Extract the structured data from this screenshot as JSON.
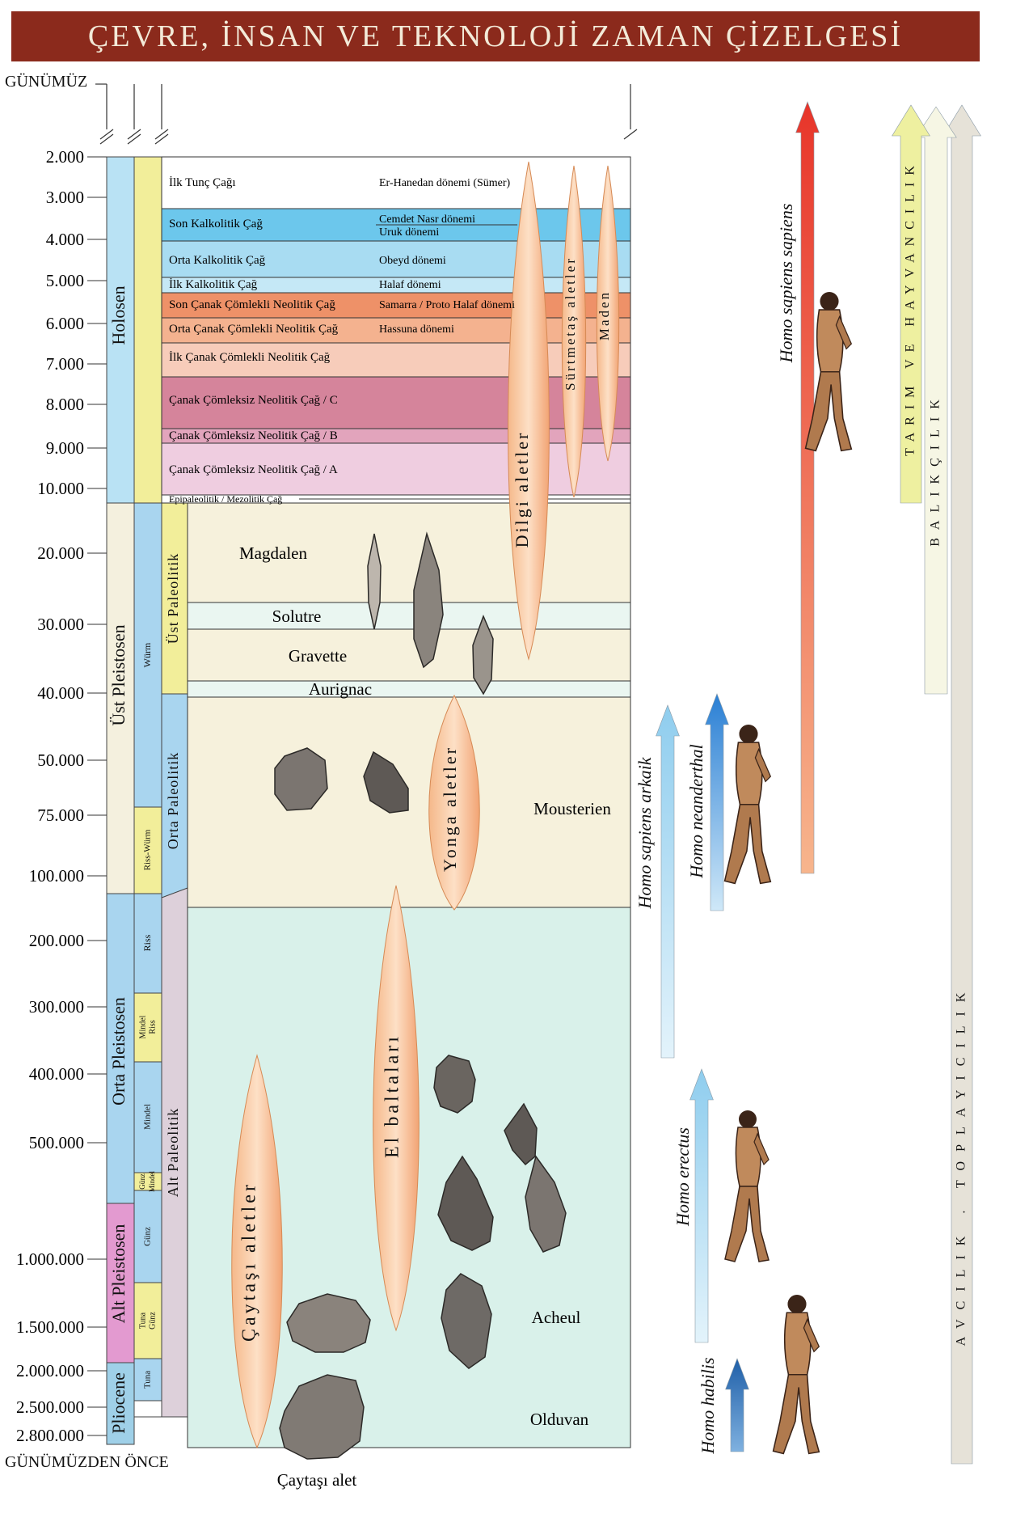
{
  "title": "ÇEVRE, İNSAN VE TEKNOLOJİ ZAMAN ÇİZELGESİ",
  "axis": {
    "top_label": "GÜNÜMÜZ",
    "bottom_label": "GÜNÜMÜZDEN ÖNCE",
    "ticks": [
      "2.000",
      "3.000",
      "4.000",
      "5.000",
      "6.000",
      "7.000",
      "8.000",
      "9.000",
      "10.000",
      "20.000",
      "30.000",
      "40.000",
      "50.000",
      "75.000",
      "100.000",
      "200.000",
      "300.000",
      "400.000",
      "500.000",
      "1.000.000",
      "1.500.000",
      "2.000.000",
      "2.500.000",
      "2.800.000"
    ]
  },
  "epochs": [
    {
      "label": "Holosen",
      "color": "#b9e2f4"
    },
    {
      "label": "Üst Pleistosen",
      "color": "#f4f0de"
    },
    {
      "label": "Orta Pleistosen",
      "color": "#a9d5ef"
    },
    {
      "label": "Alt Pleistosen",
      "color": "#e39ad0"
    },
    {
      "label": "Pliocene",
      "color": "#9fd0e8"
    }
  ],
  "glacials": [
    "Würm",
    "Riss-Würm",
    "Riss",
    "Mindel Riss",
    "Mindel",
    "Günz Mindel",
    "Günz",
    "Tuna Günz",
    "Tuna"
  ],
  "paleolithic": [
    "Üst Paleolitik",
    "Orta Paleolitik",
    "Alt Paleolitik"
  ],
  "holocene_periods": [
    {
      "left": "İlk Tunç Çağı",
      "right": "Er-Hanedan dönemi (Sümer)",
      "color": "#ffffff"
    },
    {
      "left": "Son Kalkolitik Çağ",
      "right": "Cemdet Nasr dönemi",
      "right2": "Uruk dönemi",
      "color": "#6cc7ec"
    },
    {
      "left": "Orta Kalkolitik Çağ",
      "right": "Obeyd dönemi",
      "color": "#a8dcf2"
    },
    {
      "left": "İlk Kalkolitik Çağ",
      "right": "Halaf dönemi",
      "color": "#c5e8f6"
    },
    {
      "left": "Son Çanak Çömlekli Neolitik Çağ",
      "right": "Samarra / Proto Halaf dönemi",
      "color": "#ee9168"
    },
    {
      "left": "Orta Çanak Çömlekli Neolitik Çağ",
      "right": "Hassuna dönemi",
      "color": "#f4b28f"
    },
    {
      "left": "İlk Çanak Çömlekli Neolitik Çağ",
      "right": "",
      "color": "#f7ccba"
    },
    {
      "left": "Çanak Çömleksiz Neolitik Çağ / C",
      "right": "",
      "color": "#d5849b"
    },
    {
      "left": "Çanak Çömleksiz Neolitik Çağ / B",
      "right": "",
      "color": "#e2a4bc"
    },
    {
      "left": "Çanak Çömleksiz Neolitik Çağ / A",
      "right": "",
      "color": "#efcde0"
    },
    {
      "left": "Epipaleolitik / Mezolitik Çağ",
      "right": "",
      "color": "#ffffff"
    }
  ],
  "cultures": [
    "Magdalen",
    "Solutre",
    "Gravette",
    "Aurignac",
    "Mousterien",
    "Acheul",
    "Olduvan"
  ],
  "tools": [
    "Dilgi aletler",
    "Sürtmetaş aletler",
    "Maden",
    "Yonga aletler",
    "El baltaları",
    "Çaytaşı aletler"
  ],
  "pebble_tool_caption": "Çaytaşı alet",
  "hominins": [
    {
      "label": "Homo sapiens sapiens",
      "color": "#e8352a"
    },
    {
      "label": "Homo neanderthal",
      "color": "#2a7fd4"
    },
    {
      "label": "Homo sapiens arkaik",
      "color": "#a9d9f2"
    },
    {
      "label": "Homo erectus",
      "color": "#a9d9f2"
    },
    {
      "label": "Homo habilis",
      "color": "#1f5fa8"
    }
  ],
  "subsistence": [
    {
      "label": "TARIM VE HAYVANCILIK",
      "color": "#eef0a0"
    },
    {
      "label": "BALIKÇILIK",
      "color": "#f6f6e4"
    },
    {
      "label": "AVCILIK . TOPLAYICILIK",
      "color": "#e6e2d8"
    }
  ]
}
